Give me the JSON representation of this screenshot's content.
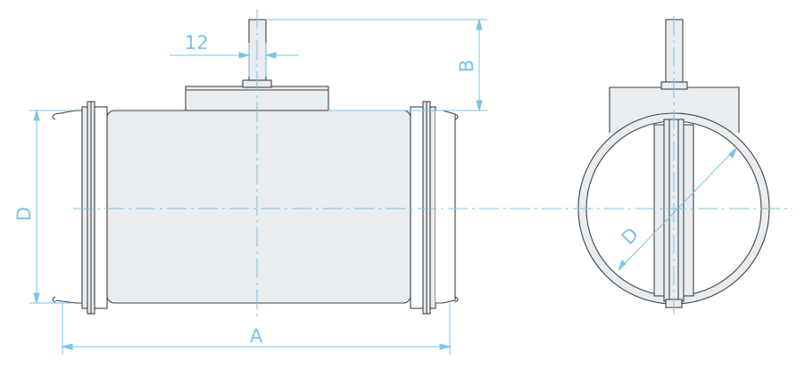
{
  "colors": {
    "dimension": "#7cc4e6",
    "outline": "#3f4347",
    "body_fill": "#e9edf0",
    "background": "#ffffff"
  },
  "labels": {
    "shaft_diameter": "12",
    "height_b": "B",
    "diameter_side": "D",
    "length_a": "A",
    "diameter_front": "D"
  }
}
